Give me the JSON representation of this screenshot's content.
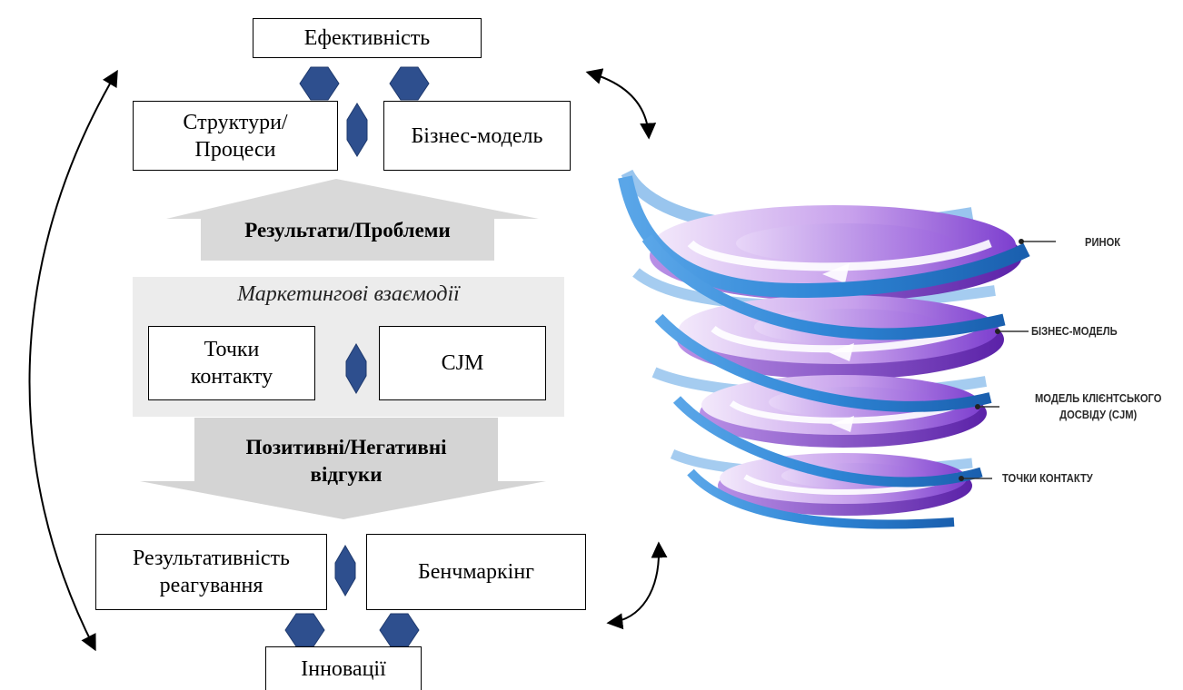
{
  "top": {
    "efficiency": "Ефективність",
    "structures": "Структури/ Процеси",
    "business_model": "Бізнес-модель"
  },
  "arrows": {
    "results": "Результати/Проблеми",
    "feedback": "Позитивні/Негативні відгуки"
  },
  "marketing": {
    "title": "Маркетингові взаємодії",
    "touchpoints": "Точки контакту",
    "cjm": "CJM"
  },
  "bottom": {
    "responsiveness": "Результативність реагування",
    "benchmarking": "Бенчмаркінг",
    "innovations": "Інновації"
  },
  "spiral": {
    "labels": {
      "market": "РИНОК",
      "business_model": "БІЗНЕС-МОДЕЛЬ",
      "cjm_model": "МОДЕЛЬ КЛІЄНТСЬКОГО ДОСВІДУ (CJM)",
      "touchpoints": "ТОЧКИ КОНТАКТУ"
    }
  },
  "colors": {
    "connector": "#2e4f8e",
    "block_arrow": "#d6d6d6",
    "panel": "#ececec",
    "spiral_ribbon": "#3d8fd9",
    "disc": "#8f52d6"
  }
}
